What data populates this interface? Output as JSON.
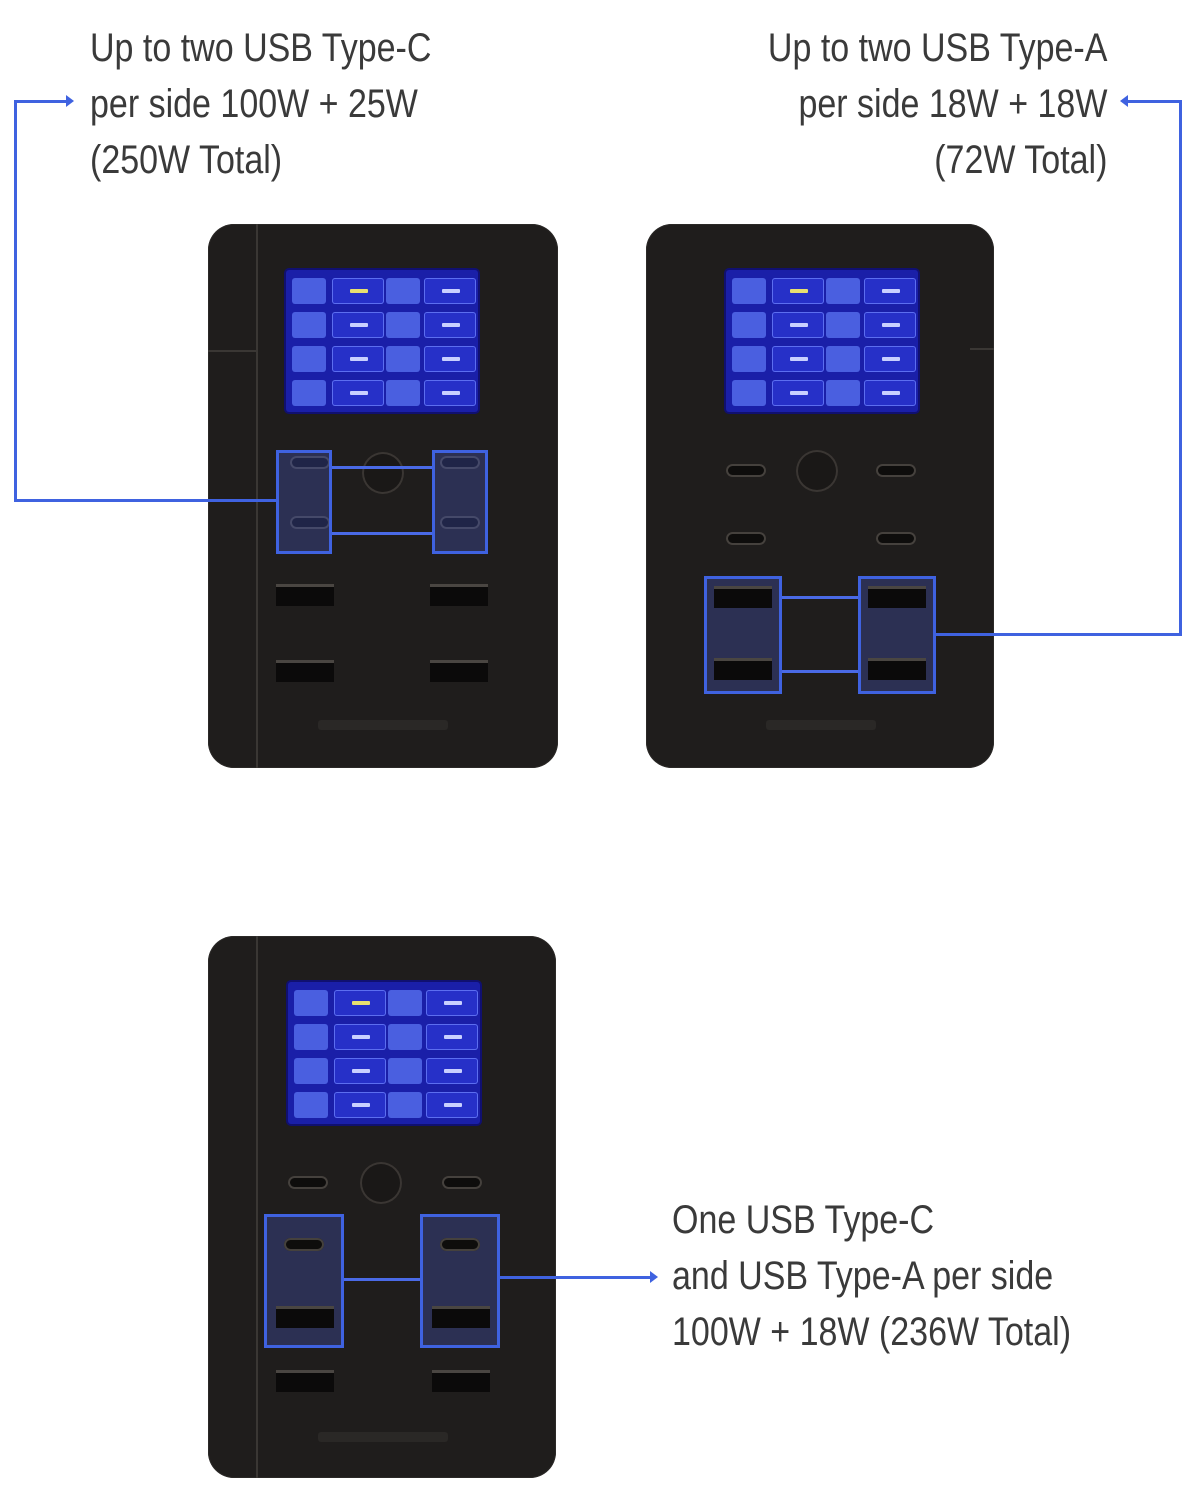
{
  "callouts": {
    "type_c": {
      "line1": "Up to two USB Type-C",
      "line2": "per side 100W + 25W",
      "line3": "(250W Total)"
    },
    "type_a": {
      "line1": "Up to two USB Type-A",
      "line2": "per side 18W + 18W",
      "line3": "(72W Total)"
    },
    "mixed": {
      "line1": "One USB Type-C",
      "line2": "and USB Type-A per side",
      "line3": "100W + 18W (236W Total)"
    }
  },
  "colors": {
    "highlight": "#3f62e0",
    "device_body": "#1f1d1c",
    "screen": "#1a1fa8",
    "text": "#3a3a3a"
  }
}
